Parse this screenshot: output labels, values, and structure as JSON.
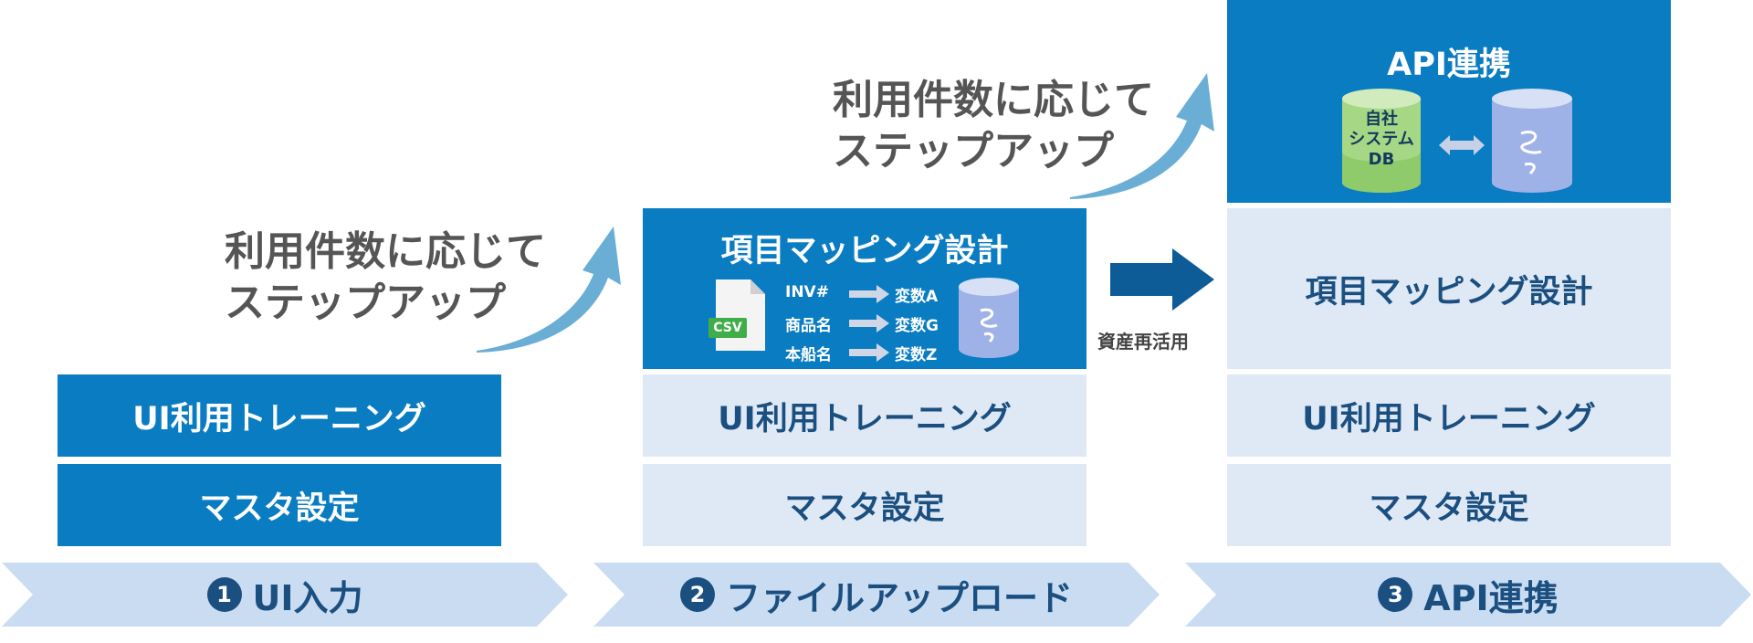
{
  "steps": [
    {
      "number": "1",
      "label": "UI入力"
    },
    {
      "number": "2",
      "label": "ファイルアップロード"
    },
    {
      "number": "3",
      "label": "API連携"
    }
  ],
  "captions": {
    "step_up_1": [
      "利用件数に応じて",
      "ステップアップ"
    ],
    "step_up_2": [
      "利用件数に応じて",
      "ステップアップ"
    ]
  },
  "boxes": {
    "master_setting": "マスタ設定",
    "ui_training": "UI利用トレーニング",
    "item_mapping": "項目マッピング設計",
    "api_integration": "API連携"
  },
  "mapping_rows": [
    {
      "source": "INV#",
      "target": "変数A"
    },
    {
      "source": "商品名",
      "target": "変数G"
    },
    {
      "source": "本船名",
      "target": "変数Z"
    }
  ],
  "csv_label": "CSV",
  "reuse_label": "資産再活用",
  "own_db_lines": [
    "自社",
    "システム",
    "DB"
  ],
  "colors": {
    "dark_box": "#0a7cc2",
    "light_box": "#dfe9f6",
    "dark_text": "#1b4f80",
    "chevron": "#c9dcf2",
    "up_arrow": "#6aaed6",
    "right_arrow": "#0d5c98",
    "csv_badge": "#3fae49",
    "own_db": "#a6d785",
    "target_db": "#9fb2e8"
  },
  "icons": [
    "file-icon",
    "database-icon",
    "double-arrow-icon",
    "right-arrow-icon",
    "curved-up-arrow-icon"
  ]
}
